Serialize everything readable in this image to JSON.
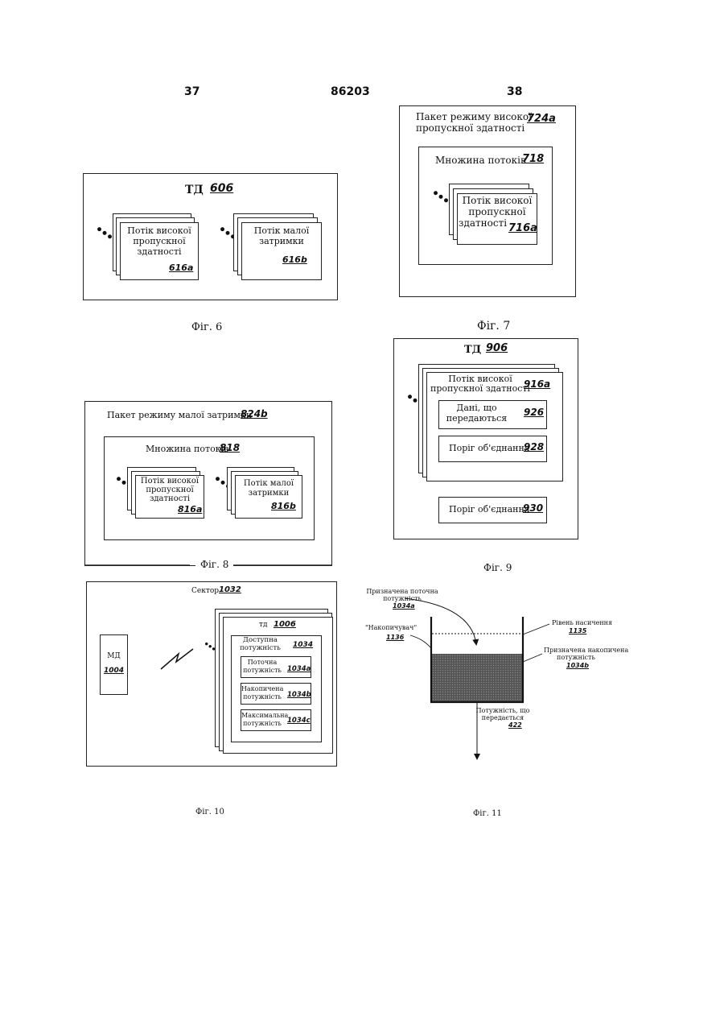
{
  "header": {
    "page_left": "37",
    "doc_number": "86203",
    "page_right": "38"
  },
  "fig6": {
    "title": "ТД",
    "title_ref": "606",
    "stream_a_lines": [
      "Потік високої",
      "пропускної",
      "здатності"
    ],
    "stream_a_ref": "616a",
    "stream_b_lines": [
      "Потік малої",
      "затримки"
    ],
    "stream_b_ref": "616b",
    "caption": "Фіг. 6"
  },
  "fig7": {
    "packet_lines": [
      "Пакет режиму високої",
      "пропускної здатності"
    ],
    "packet_ref": "724a",
    "set_label": "Множина потоків",
    "set_ref": "718",
    "stream_lines": [
      "Потік високої",
      "пропускної",
      "здатності"
    ],
    "stream_ref": "716a",
    "caption": "Фіг. 7"
  },
  "fig8": {
    "packet_label": "Пакет режиму малої затримки",
    "packet_ref": "824b",
    "set_label": "Множина потоків",
    "set_ref": "818",
    "stream_a_lines": [
      "Потік високої",
      "пропускної",
      "здатності"
    ],
    "stream_a_ref": "816a",
    "stream_b_lines": [
      "Потік малої",
      "затримки"
    ],
    "stream_b_ref": "816b",
    "caption": "Фіг. 8"
  },
  "fig9": {
    "title": "ТД",
    "title_ref": "906",
    "stream_lines": [
      "Потік високої",
      "пропускної здатності"
    ],
    "stream_ref": "916a",
    "data_lines": [
      "Дані, що",
      "передаються"
    ],
    "data_ref": "926",
    "threshold_label": "Поріг об'єднання",
    "threshold_ref": "928",
    "threshold2_label": "Поріг об'єднання",
    "threshold2_ref": "930",
    "caption": "Фіг. 9"
  },
  "fig10": {
    "sector_label": "Сектор",
    "sector_ref": "1032",
    "md_label": "МД",
    "md_ref": "1004",
    "td_label": "тд",
    "td_ref": "1006",
    "avail_lines": [
      "Доступна",
      "потужність"
    ],
    "avail_ref": "1034",
    "current_lines": [
      "Поточна",
      "потужність"
    ],
    "current_ref": "1034a",
    "accum_lines": [
      "Накопичена",
      "потужність"
    ],
    "accum_ref": "1034b",
    "max_lines": [
      "Максимальна",
      "потужність"
    ],
    "max_ref": "1034c",
    "caption": "Фіг. 10"
  },
  "fig11": {
    "assigned_current_lines": [
      "Призначена поточна",
      "потужність"
    ],
    "assigned_current_ref": "1034a",
    "accumulator_label": "\"Накопичувач\"",
    "accumulator_ref": "1136",
    "saturation_label": "Рівень насичення",
    "saturation_ref": "1135",
    "assigned_accum_lines": [
      "Призначена накопичена",
      "потужність"
    ],
    "assigned_accum_ref": "1034b",
    "transmitted_lines": [
      "Потужність, що",
      "передається"
    ],
    "transmitted_ref": "422",
    "caption": "Фіг. 11"
  }
}
